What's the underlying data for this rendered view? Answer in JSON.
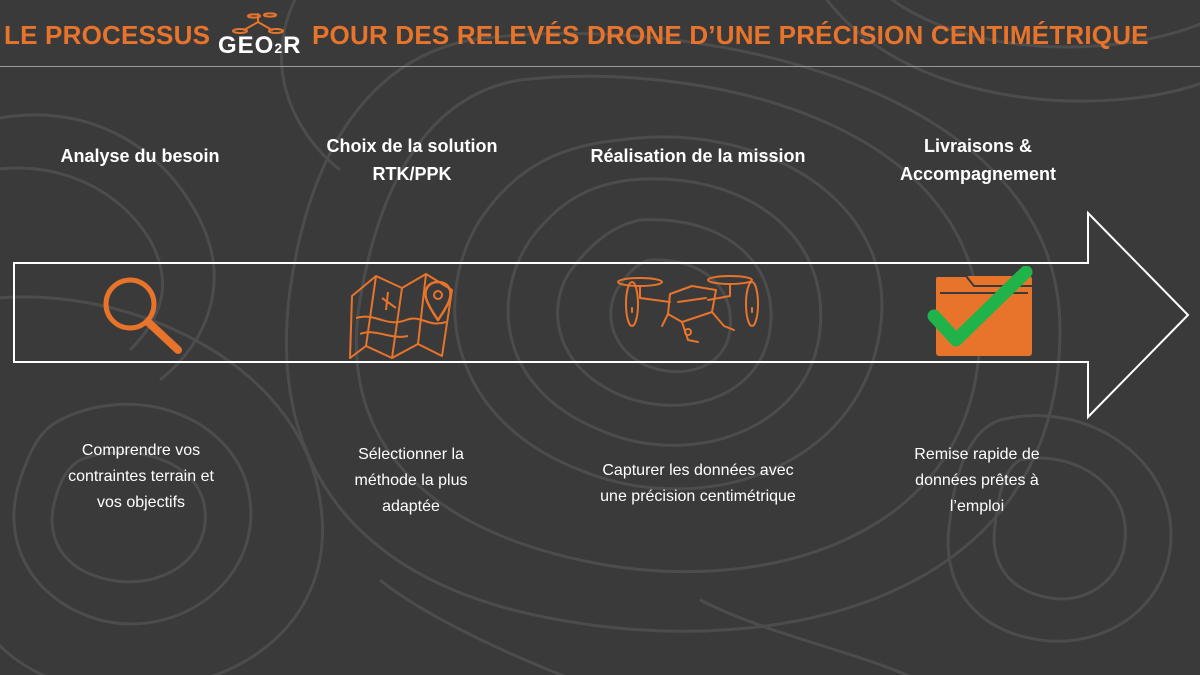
{
  "header": {
    "title_left": "LE PROCESSUS",
    "logo_text": "GEO",
    "logo_sub": "2",
    "logo_text_end": "R",
    "title_right": "POUR DES RELEVÉS DRONE D’UNE PRÉCISION CENTIMÉTRIQUE"
  },
  "colors": {
    "accent": "#e8742c",
    "background": "#3a3a3a",
    "check": "#1fb34a",
    "text": "#ffffff"
  },
  "steps": [
    {
      "title_lines": [
        "Analyse du besoin"
      ],
      "icon": "magnifier-icon",
      "desc_lines": [
        "Comprendre vos",
        "contraintes terrain et",
        "vos objectifs"
      ]
    },
    {
      "title_lines": [
        "Choix de la solution",
        "RTK/PPK"
      ],
      "icon": "map-pin-icon",
      "desc_lines": [
        "Sélectionner la",
        "méthode la plus",
        "adaptée"
      ]
    },
    {
      "title_lines": [
        "Réalisation de la mission"
      ],
      "icon": "drone-icon",
      "desc_lines": [
        "Capturer les données avec",
        "une précision centimétrique"
      ]
    },
    {
      "title_lines": [
        "Livraisons &",
        "Accompagnement"
      ],
      "icon": "folder-check-icon",
      "desc_lines": [
        "Remise rapide de",
        "données prêtes à",
        "l’emploi"
      ]
    }
  ]
}
